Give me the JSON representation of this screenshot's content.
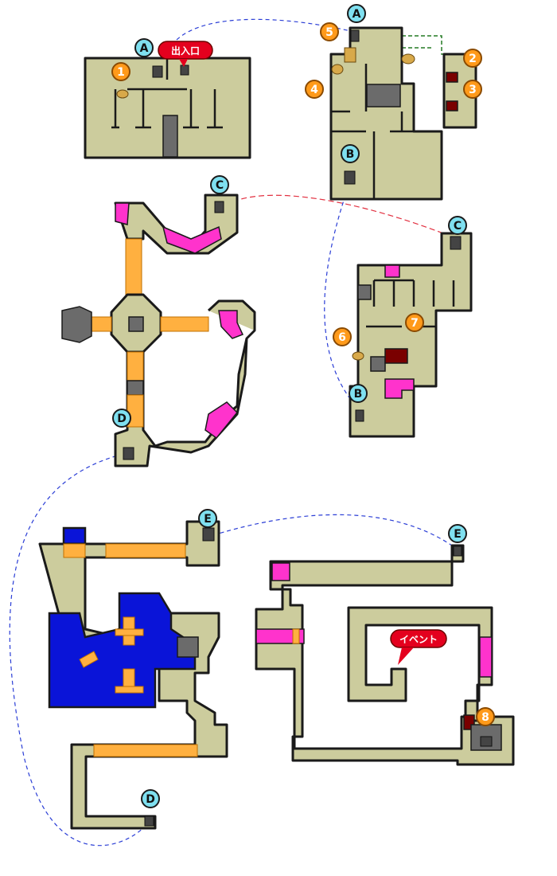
{
  "markers": [
    {
      "name": "marker-a-1",
      "label": "A"
    },
    {
      "name": "marker-a-2",
      "label": "A"
    },
    {
      "name": "marker-b-1",
      "label": "B"
    },
    {
      "name": "marker-b-2",
      "label": "B"
    },
    {
      "name": "marker-c-1",
      "label": "C"
    },
    {
      "name": "marker-c-2",
      "label": "C"
    },
    {
      "name": "marker-d-1",
      "label": "D"
    },
    {
      "name": "marker-d-2",
      "label": "D"
    },
    {
      "name": "marker-e-1",
      "label": "E"
    },
    {
      "name": "marker-e-2",
      "label": "E"
    }
  ],
  "items": [
    {
      "name": "item-1",
      "label": "1"
    },
    {
      "name": "item-2",
      "label": "2"
    },
    {
      "name": "item-3",
      "label": "3"
    },
    {
      "name": "item-4",
      "label": "4"
    },
    {
      "name": "item-5",
      "label": "5"
    },
    {
      "name": "item-6",
      "label": "6"
    },
    {
      "name": "item-7",
      "label": "7"
    },
    {
      "name": "item-8",
      "label": "8"
    }
  ],
  "labels": {
    "entrance": "出入口",
    "event": "イベント"
  },
  "colors": {
    "floor": "#cccc9d",
    "pink_zone": "#ff33cc",
    "water": "#0a14d8",
    "bridge": "#ffb040",
    "waypoint": "#7fe0f0",
    "item_badge": "#ff9a1a",
    "callout": "#e4001e"
  }
}
